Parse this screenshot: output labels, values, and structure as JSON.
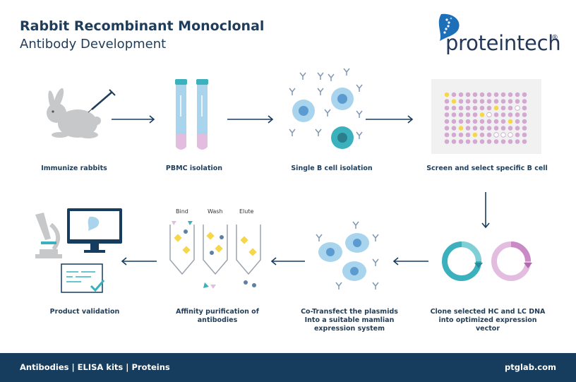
{
  "title": {
    "line1": "Rabbit Recombinant Monoclonal",
    "line2": "Antibody Development"
  },
  "brand": {
    "name": "proteintech",
    "reg": "®"
  },
  "steps": [
    {
      "label": "Immunize rabbits"
    },
    {
      "label": "PBMC isolation"
    },
    {
      "label": "Single B cell isolation"
    },
    {
      "label": "Screen and select specific B cell"
    },
    {
      "label": "Clone selected HC and LC DNA into optimized expression vector"
    },
    {
      "label": "Co-Transfect the plasmids Into a suitable mamlian expression system"
    },
    {
      "label": "Affinity purification of antibodies"
    },
    {
      "label": "Product validation"
    }
  ],
  "columns": {
    "bind": "Bind",
    "wash": "Wash",
    "elute": "Elute"
  },
  "footer": {
    "left": "Antibodies | ELISA kits | Proteins",
    "right": "ptglab.com"
  },
  "colors": {
    "navy": "#163c5e",
    "teal": "#3ab1bd",
    "light_blue": "#a9d4ee",
    "pink": "#e2bde0",
    "yellow": "#f6d64b",
    "gray": "#c7c8ca"
  }
}
